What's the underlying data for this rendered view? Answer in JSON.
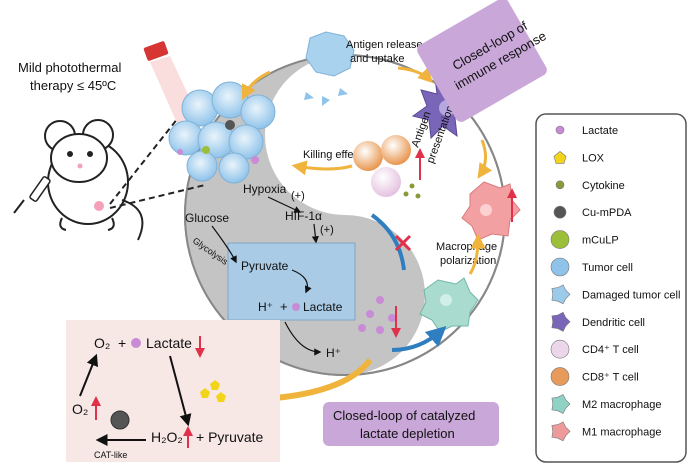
{
  "left": {
    "therapy_line1": "Mild photothermal",
    "therapy_line2": "therapy ≤ 45ºC"
  },
  "cycle": {
    "hypoxia": "Hypoxia",
    "plus1": "(+)",
    "hif": "HIF-1α",
    "plus2": "(+)",
    "glucose": "Glucose",
    "glycolysis": "Glycolysis",
    "pyruvate": "Pyruvate",
    "h_plus_cell": "H⁺",
    "plus_sign": "+",
    "lactate_cell": "Lactate",
    "h_plus_out": "H⁺",
    "antigen_release_1": "Antigen release",
    "antigen_release_2": "and uptake",
    "killing_effect": "Killing effect",
    "antigen_presentation_1": "Antigen",
    "antigen_presentation_2": "presentation",
    "macrophage_polarization_1": "Macrophage",
    "macrophage_polarization_2": "polarization"
  },
  "callouts": {
    "immune_1": "Closed-loop of",
    "immune_2": "immune response",
    "catalyzed_1": "Closed-loop of catalyzed",
    "catalyzed_2": "lactate depletion"
  },
  "reaction": {
    "o2_top": "O₂",
    "plus": "+",
    "lactate": "Lactate",
    "o2_left": "O₂",
    "h2o2": "H₂O₂",
    "pyruvate": "+ Pyruvate",
    "cat_like": "CAT-like"
  },
  "legend": {
    "items": [
      {
        "label": "Lactate",
        "icon": "lactate-dot",
        "color": "#c98bd6"
      },
      {
        "label": "LOX",
        "icon": "lox-pentagon",
        "color": "#f2d41a"
      },
      {
        "label": "Cytokine",
        "icon": "cytokine-dot",
        "color": "#8a9a3a"
      },
      {
        "label": "Cu-mPDA",
        "icon": "cu-mpda-sphere",
        "color": "#555555"
      },
      {
        "label": "mCuLP",
        "icon": "mculp-particle",
        "color": "#9cbf3a"
      },
      {
        "label": "Tumor cell",
        "icon": "tumor-cell",
        "color": "#8fc3ea"
      },
      {
        "label": "Damaged tumor cell",
        "icon": "damaged-tumor-cell",
        "color": "#9ccbea"
      },
      {
        "label": "Dendritic cell",
        "icon": "dendritic-cell",
        "color": "#7a66b8"
      },
      {
        "label": "CD4⁺ T cell",
        "icon": "cd4-t-cell",
        "color": "#ecd6ea"
      },
      {
        "label": "CD8⁺ T cell",
        "icon": "cd8-t-cell",
        "color": "#e89a5a"
      },
      {
        "label": "M2 macrophage",
        "icon": "m2-macrophage",
        "color": "#8fd2c4"
      },
      {
        "label": "M1 macrophage",
        "icon": "m1-macrophage",
        "color": "#ef9a9a"
      }
    ]
  },
  "colors": {
    "callout_purple": "#c9a7d8",
    "yin_gray": "#bdbdbd",
    "reaction_bg": "#f7e8e5",
    "arrow_red": "#e0304a",
    "arrow_orange": "#f0b43c",
    "arrow_blue": "#2f7fc0"
  }
}
